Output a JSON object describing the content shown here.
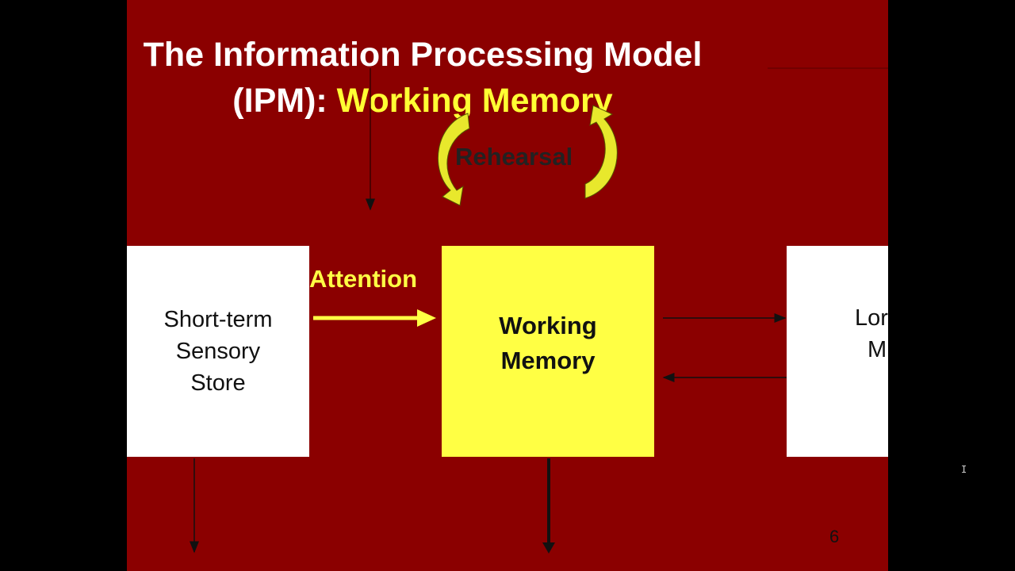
{
  "title": {
    "line1": "The Information Processing Model",
    "line2_prefix": "(IPM): ",
    "line2_highlight": "Working Memory"
  },
  "labels": {
    "rehearsal": "Rehearsal",
    "attention": "Attention"
  },
  "boxes": {
    "sensory_store": [
      "Short-term",
      "Sensory",
      "Store"
    ],
    "working_memory": [
      "Working",
      "Memory"
    ],
    "long_term_partial": [
      "Lor",
      "M"
    ]
  },
  "page_number": "6",
  "colors": {
    "slide_bg": "#8b0000",
    "highlight": "#ffff33",
    "working_memory_box": "#ffff44",
    "box_white": "#ffffff"
  }
}
